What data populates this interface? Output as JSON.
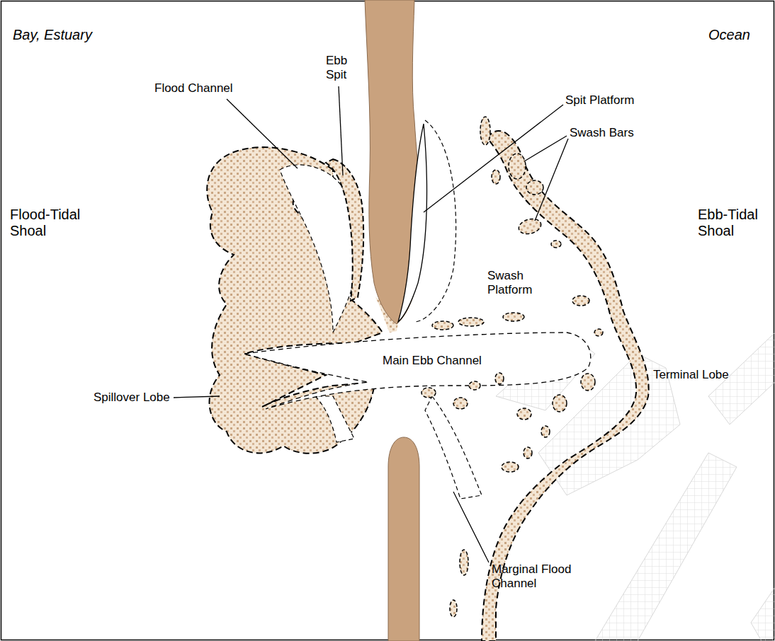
{
  "diagram": {
    "labels": [
      "Bay, Estuary",
      "Ocean",
      "Flood Channel",
      "Ebb Spit",
      "Spit Platform",
      "Swash Bars",
      "Flood-Tidal Shoal",
      "Ebb-Tidal Shoal",
      "Swash Platform",
      "Main Ebb Channel",
      "Spillover Lobe",
      "Terminal Lobe",
      "Marginal Flood Channel"
    ]
  }
}
